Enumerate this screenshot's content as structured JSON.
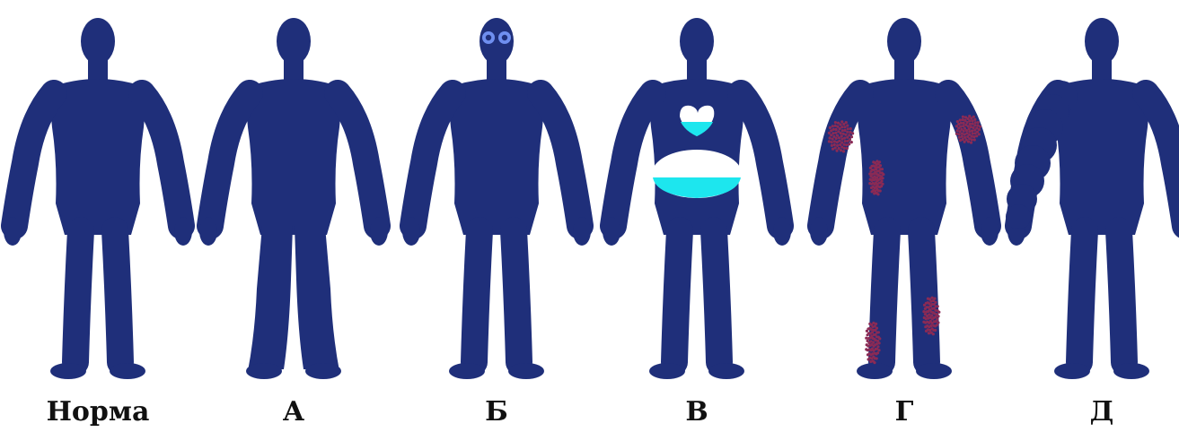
{
  "colors": {
    "body": "#1f2f7a",
    "eye_white": "#6f8ff0",
    "eye_pupil": "#1f2f7a",
    "fluid": "#1de6ee",
    "fluid_light": "#ffffff",
    "blotch": "#8a2a55"
  },
  "figures": [
    {
      "id": "norm",
      "label": "Норма",
      "variant": "normal"
    },
    {
      "id": "a",
      "label": "А",
      "variant": "wide-legs"
    },
    {
      "id": "b",
      "label": "Б",
      "variant": "bulging-eyes"
    },
    {
      "id": "v",
      "label": "В",
      "variant": "fluid-cavities"
    },
    {
      "id": "g",
      "label": "Г",
      "variant": "skin-lesions"
    },
    {
      "id": "d",
      "label": "Д",
      "variant": "arm-swelling"
    }
  ]
}
